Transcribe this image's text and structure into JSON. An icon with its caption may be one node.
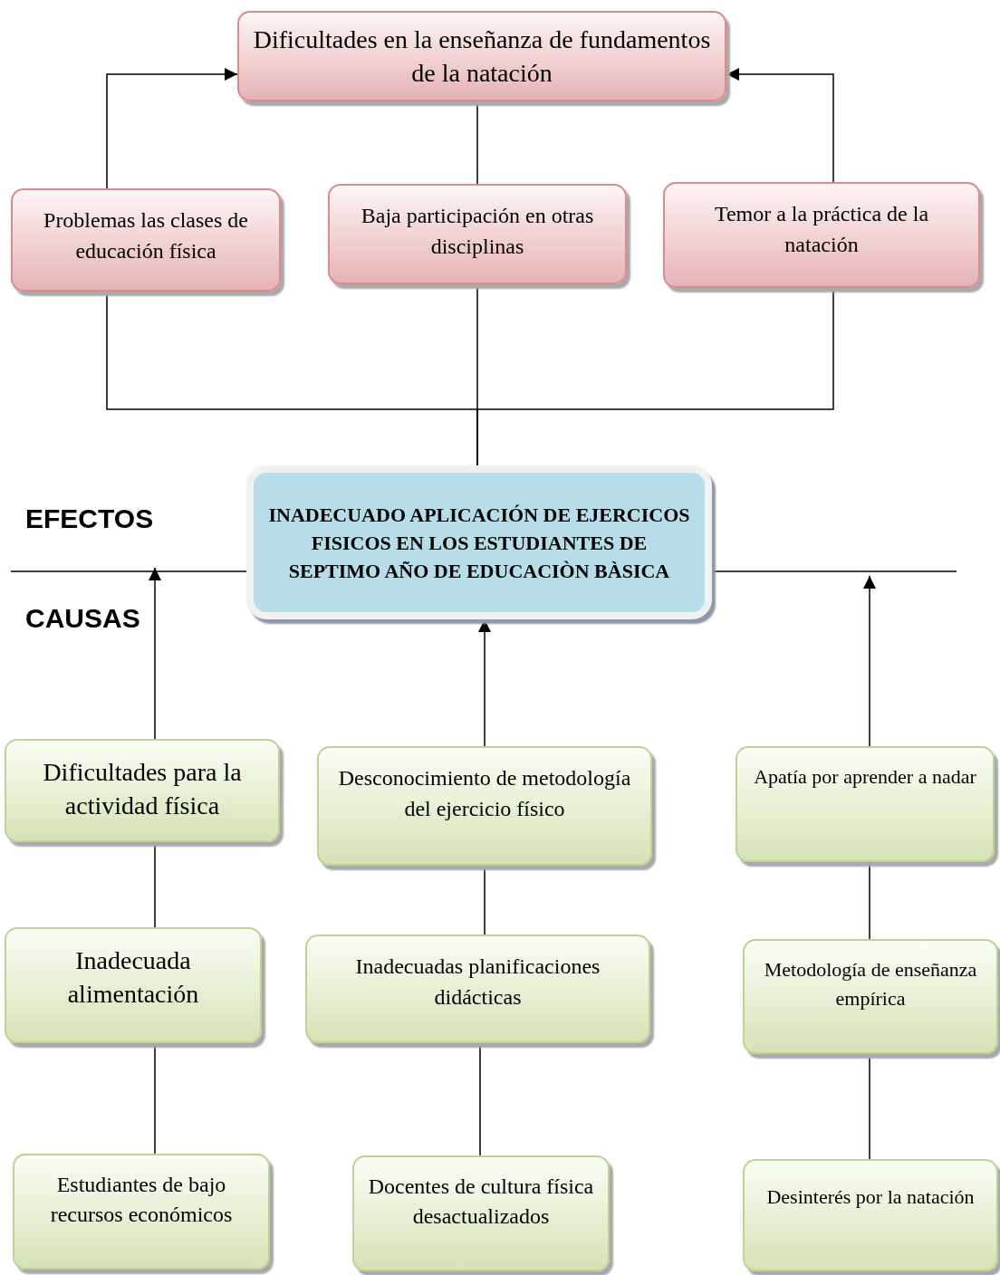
{
  "diagram": {
    "nodes": [
      {
        "text": [
          "Dificultades en la enseñanza de fundamentos de la natación"
        ]
      },
      {
        "text": [
          "Problemas las clases de educación física"
        ]
      },
      {
        "text": [
          "Baja participación en otras disciplinas"
        ]
      },
      {
        "text": [
          "Temor a la práctica de la natación"
        ]
      },
      {
        "text": [
          "INADECUADO APLICACIÓN DE EJERCICOS FISICOS EN LOS ESTUDIANTES DE SEPTIMO AÑO DE EDUCACIÒN BÀSICA"
        ]
      },
      {
        "text": [
          "Dificultades para la actividad física"
        ]
      },
      {
        "text": [
          "Desconocimiento de metodología  del ejercicio físico"
        ]
      },
      {
        "text": [
          "Apatía por aprender a nadar"
        ]
      },
      {
        "text": [
          "Inadecuada alimentación"
        ]
      },
      {
        "text": [
          "Inadecuadas planificaciones didácticas"
        ]
      },
      {
        "text": [
          "Metodología de enseñanza empírica"
        ]
      },
      {
        "text": [
          "Estudiantes de bajo recursos económicos"
        ]
      },
      {
        "text": [
          "Docentes de cultura física desactualizados"
        ]
      },
      {
        "text": [
          "Desinterés por la natación"
        ]
      }
    ],
    "edges": [
      {
        "from": 1,
        "to": 0,
        "arrow": "to"
      },
      {
        "from": 3,
        "to": 0,
        "arrow": "to"
      },
      {
        "from": 2,
        "to": 0,
        "arrow": "none"
      },
      {
        "from": 1,
        "to": 4,
        "arrow": "none"
      },
      {
        "from": 2,
        "to": 4,
        "arrow": "none"
      },
      {
        "from": 3,
        "to": 4,
        "arrow": "none"
      },
      {
        "from": 5,
        "to": null,
        "arrow": "to"
      },
      {
        "from": 6,
        "to": 4,
        "arrow": "to"
      },
      {
        "from": 7,
        "to": null,
        "arrow": "to"
      },
      {
        "from": 5,
        "to": 8,
        "arrow": "none"
      },
      {
        "from": 8,
        "to": 11,
        "arrow": "none"
      },
      {
        "from": 6,
        "to": 9,
        "arrow": "none"
      },
      {
        "from": 9,
        "to": 12,
        "arrow": "none"
      },
      {
        "from": 7,
        "to": 10,
        "arrow": "none"
      },
      {
        "from": 10,
        "to": 13,
        "arrow": "none"
      }
    ],
    "labels": [
      "EFECTOS",
      "CAUSAS"
    ]
  }
}
